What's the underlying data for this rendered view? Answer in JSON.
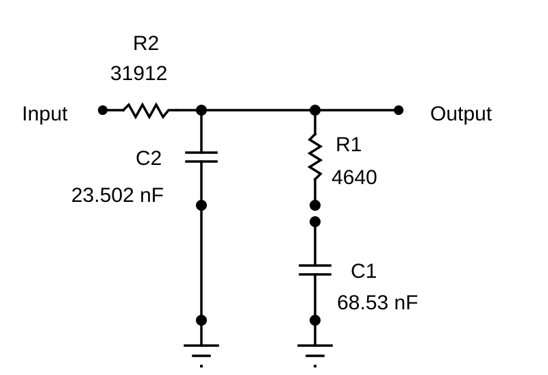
{
  "terminals": {
    "input_label": "Input",
    "output_label": "Output"
  },
  "components": {
    "r2": {
      "name": "R2",
      "value": "31912"
    },
    "c2": {
      "name": "C2",
      "value": "23.502 nF"
    },
    "r1": {
      "name": "R1",
      "value": "4640"
    },
    "c1": {
      "name": "C1",
      "value": "68.53 nF"
    }
  },
  "colors": {
    "ink": "#000000",
    "background": "#ffffff"
  }
}
